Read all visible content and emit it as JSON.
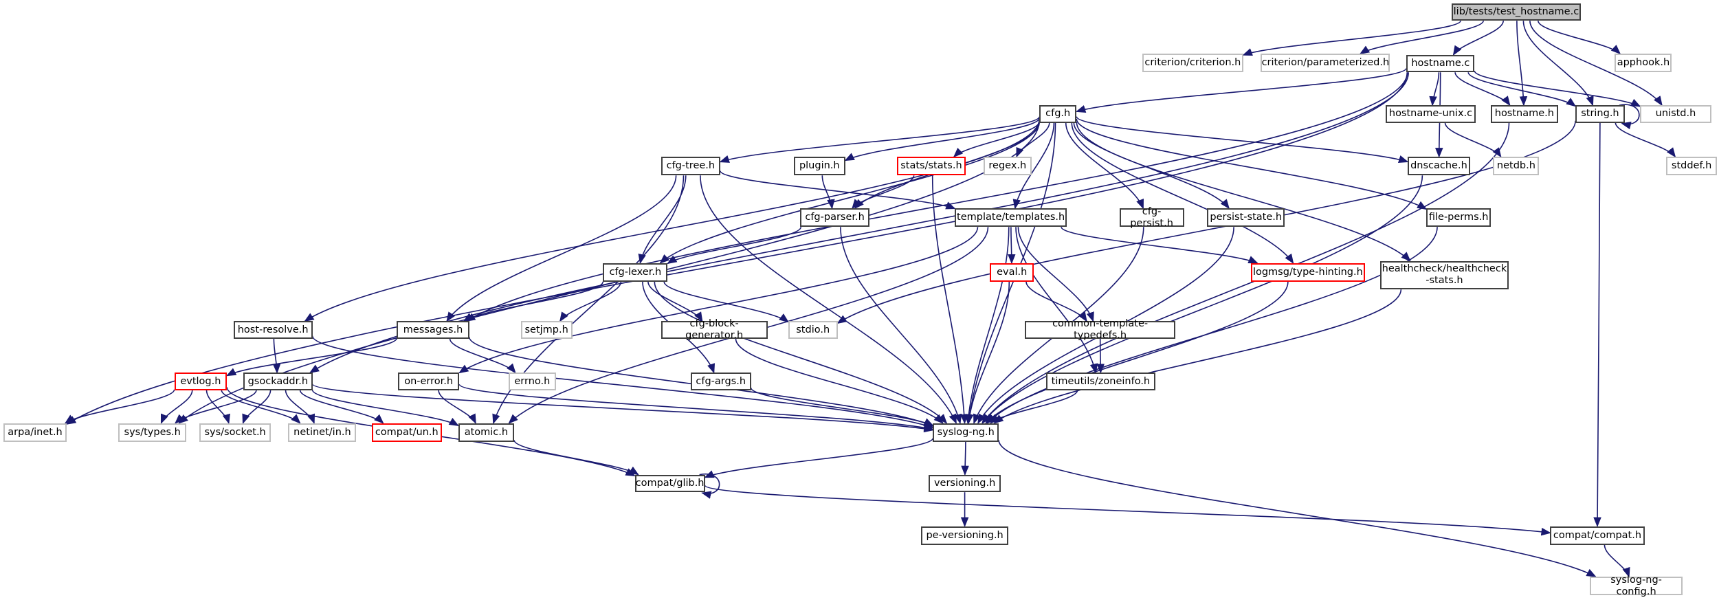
{
  "title": "lib/tests/test_hostname.c include dependency graph",
  "colors": {
    "edge": "#191970",
    "documented_border": "#404040",
    "external_border": "#bfbfbf",
    "incomplete_border": "#ff0000",
    "root_fill": "#bfbfbf"
  },
  "nodes": [
    {
      "id": "root",
      "label": "lib/tests/test_hostname.c",
      "kind": "root"
    },
    {
      "id": "criterion",
      "label": "criterion/criterion.h",
      "kind": "ext"
    },
    {
      "id": "parameterized",
      "label": "criterion/parameterized.h",
      "kind": "ext"
    },
    {
      "id": "hostname_c",
      "label": "hostname.c",
      "kind": "doc"
    },
    {
      "id": "apphook",
      "label": "apphook.h",
      "kind": "ext"
    },
    {
      "id": "cfg",
      "label": "cfg.h",
      "kind": "doc"
    },
    {
      "id": "hostname_unix",
      "label": "hostname-unix.c",
      "kind": "doc"
    },
    {
      "id": "hostname_h",
      "label": "hostname.h",
      "kind": "doc"
    },
    {
      "id": "string",
      "label": "string.h",
      "kind": "doc"
    },
    {
      "id": "unistd",
      "label": "unistd.h",
      "kind": "ext"
    },
    {
      "id": "cfg_tree",
      "label": "cfg-tree.h",
      "kind": "doc"
    },
    {
      "id": "plugin",
      "label": "plugin.h",
      "kind": "doc"
    },
    {
      "id": "stats",
      "label": "stats/stats.h",
      "kind": "inc"
    },
    {
      "id": "regex",
      "label": "regex.h",
      "kind": "ext"
    },
    {
      "id": "dnscache",
      "label": "dnscache.h",
      "kind": "doc"
    },
    {
      "id": "netdb",
      "label": "netdb.h",
      "kind": "ext"
    },
    {
      "id": "stddef",
      "label": "stddef.h",
      "kind": "ext"
    },
    {
      "id": "cfg_parser",
      "label": "cfg-parser.h",
      "kind": "doc"
    },
    {
      "id": "templates",
      "label": "template/templates.h",
      "kind": "doc"
    },
    {
      "id": "cfg_persist",
      "label": "cfg-persist.h",
      "kind": "doc"
    },
    {
      "id": "persist_state",
      "label": "persist-state.h",
      "kind": "doc"
    },
    {
      "id": "file_perms",
      "label": "file-perms.h",
      "kind": "doc"
    },
    {
      "id": "cfg_lexer",
      "label": "cfg-lexer.h",
      "kind": "doc"
    },
    {
      "id": "eval",
      "label": "eval.h",
      "kind": "inc"
    },
    {
      "id": "type_hinting",
      "label": "logmsg/type-hinting.h",
      "kind": "inc"
    },
    {
      "id": "healthcheck",
      "label": "healthcheck/healthcheck\n-stats.h",
      "kind": "doc"
    },
    {
      "id": "host_resolve",
      "label": "host-resolve.h",
      "kind": "doc"
    },
    {
      "id": "messages",
      "label": "messages.h",
      "kind": "doc"
    },
    {
      "id": "setjmp",
      "label": "setjmp.h",
      "kind": "ext"
    },
    {
      "id": "cfg_block_gen",
      "label": "cfg-block-generator.h",
      "kind": "doc"
    },
    {
      "id": "stdio",
      "label": "stdio.h",
      "kind": "ext"
    },
    {
      "id": "common_tt",
      "label": "common-template-typedefs.h",
      "kind": "doc"
    },
    {
      "id": "evtlog",
      "label": "evtlog.h",
      "kind": "inc"
    },
    {
      "id": "gsockaddr",
      "label": "gsockaddr.h",
      "kind": "doc"
    },
    {
      "id": "on_error",
      "label": "on-error.h",
      "kind": "doc"
    },
    {
      "id": "errno",
      "label": "errno.h",
      "kind": "ext"
    },
    {
      "id": "cfg_args",
      "label": "cfg-args.h",
      "kind": "doc"
    },
    {
      "id": "zoneinfo",
      "label": "timeutils/zoneinfo.h",
      "kind": "doc"
    },
    {
      "id": "arpa_inet",
      "label": "arpa/inet.h",
      "kind": "ext"
    },
    {
      "id": "sys_types",
      "label": "sys/types.h",
      "kind": "ext"
    },
    {
      "id": "sys_socket",
      "label": "sys/socket.h",
      "kind": "ext"
    },
    {
      "id": "netinet_in",
      "label": "netinet/in.h",
      "kind": "ext"
    },
    {
      "id": "compat_un",
      "label": "compat/un.h",
      "kind": "inc"
    },
    {
      "id": "atomic",
      "label": "atomic.h",
      "kind": "doc"
    },
    {
      "id": "syslog_ng",
      "label": "syslog-ng.h",
      "kind": "doc"
    },
    {
      "id": "compat_glib",
      "label": "compat/glib.h",
      "kind": "doc"
    },
    {
      "id": "versioning",
      "label": "versioning.h",
      "kind": "doc"
    },
    {
      "id": "pe_versioning",
      "label": "pe-versioning.h",
      "kind": "doc"
    },
    {
      "id": "compat_compat",
      "label": "compat/compat.h",
      "kind": "doc"
    },
    {
      "id": "syslog_ng_config",
      "label": "syslog-ng-config.h",
      "kind": "ext"
    }
  ],
  "edges": [
    [
      "root",
      "criterion"
    ],
    [
      "root",
      "parameterized"
    ],
    [
      "root",
      "hostname_c"
    ],
    [
      "root",
      "apphook"
    ],
    [
      "root",
      "hostname_h"
    ],
    [
      "root",
      "string"
    ],
    [
      "root",
      "unistd"
    ],
    [
      "hostname_c",
      "cfg"
    ],
    [
      "hostname_c",
      "hostname_unix"
    ],
    [
      "hostname_c",
      "hostname_h"
    ],
    [
      "hostname_c",
      "string"
    ],
    [
      "hostname_c",
      "unistd"
    ],
    [
      "hostname_c",
      "dnscache"
    ],
    [
      "hostname_c",
      "arpa_inet"
    ],
    [
      "hostname_c",
      "gsockaddr"
    ],
    [
      "hostname_c",
      "messages"
    ],
    [
      "string",
      "string"
    ],
    [
      "string",
      "stddef"
    ],
    [
      "string",
      "stdio"
    ],
    [
      "string",
      "compat_compat"
    ],
    [
      "hostname_unix",
      "netdb"
    ],
    [
      "hostname_h",
      "syslog_ng"
    ],
    [
      "cfg",
      "cfg_tree"
    ],
    [
      "cfg",
      "plugin"
    ],
    [
      "cfg",
      "stats"
    ],
    [
      "cfg",
      "regex"
    ],
    [
      "cfg",
      "dnscache"
    ],
    [
      "cfg",
      "cfg_parser"
    ],
    [
      "cfg",
      "templates"
    ],
    [
      "cfg",
      "cfg_persist"
    ],
    [
      "cfg",
      "persist_state"
    ],
    [
      "cfg",
      "file_perms"
    ],
    [
      "cfg",
      "cfg_lexer"
    ],
    [
      "cfg",
      "type_hinting"
    ],
    [
      "cfg",
      "healthcheck"
    ],
    [
      "cfg",
      "host_resolve"
    ],
    [
      "cfg",
      "sys_types"
    ],
    [
      "cfg",
      "syslog_ng"
    ],
    [
      "cfg_tree",
      "cfg_lexer"
    ],
    [
      "cfg_tree",
      "templates"
    ],
    [
      "cfg_tree",
      "messages"
    ],
    [
      "cfg_tree",
      "atomic"
    ],
    [
      "cfg_tree",
      "syslog_ng"
    ],
    [
      "plugin",
      "cfg_parser"
    ],
    [
      "stats",
      "cfg_parser"
    ],
    [
      "stats",
      "syslog_ng"
    ],
    [
      "cfg_parser",
      "cfg_lexer"
    ],
    [
      "cfg_parser",
      "syslog_ng"
    ],
    [
      "templates",
      "eval"
    ],
    [
      "templates",
      "type_hinting"
    ],
    [
      "templates",
      "common_tt"
    ],
    [
      "templates",
      "zoneinfo"
    ],
    [
      "templates",
      "syslog_ng"
    ],
    [
      "templates",
      "on_error"
    ],
    [
      "templates",
      "atomic"
    ],
    [
      "cfg_persist",
      "syslog_ng"
    ],
    [
      "persist_state",
      "syslog_ng"
    ],
    [
      "file_perms",
      "syslog_ng"
    ],
    [
      "dnscache",
      "syslog_ng"
    ],
    [
      "type_hinting",
      "syslog_ng"
    ],
    [
      "healthcheck",
      "syslog_ng"
    ],
    [
      "cfg_lexer",
      "messages"
    ],
    [
      "cfg_lexer",
      "setjmp"
    ],
    [
      "cfg_lexer",
      "cfg_block_gen"
    ],
    [
      "cfg_lexer",
      "stdio"
    ],
    [
      "cfg_lexer",
      "cfg_args"
    ],
    [
      "cfg_lexer",
      "syslog_ng"
    ],
    [
      "eval",
      "common_tt"
    ],
    [
      "eval",
      "syslog_ng"
    ],
    [
      "common_tt",
      "zoneinfo"
    ],
    [
      "zoneinfo",
      "syslog_ng"
    ],
    [
      "host_resolve",
      "gsockaddr"
    ],
    [
      "host_resolve",
      "syslog_ng"
    ],
    [
      "messages",
      "evtlog"
    ],
    [
      "messages",
      "errno"
    ],
    [
      "messages",
      "syslog_ng"
    ],
    [
      "cfg_block_gen",
      "syslog_ng"
    ],
    [
      "cfg_args",
      "syslog_ng"
    ],
    [
      "evtlog",
      "arpa_inet"
    ],
    [
      "evtlog",
      "sys_types"
    ],
    [
      "evtlog",
      "sys_socket"
    ],
    [
      "evtlog",
      "netinet_in"
    ],
    [
      "evtlog",
      "compat_glib"
    ],
    [
      "gsockaddr",
      "sys_types"
    ],
    [
      "gsockaddr",
      "sys_socket"
    ],
    [
      "gsockaddr",
      "netinet_in"
    ],
    [
      "gsockaddr",
      "compat_un"
    ],
    [
      "gsockaddr",
      "atomic"
    ],
    [
      "gsockaddr",
      "syslog_ng"
    ],
    [
      "on_error",
      "atomic"
    ],
    [
      "on_error",
      "syslog_ng"
    ],
    [
      "atomic",
      "compat_glib"
    ],
    [
      "syslog_ng",
      "compat_glib"
    ],
    [
      "syslog_ng",
      "versioning"
    ],
    [
      "syslog_ng",
      "syslog_ng_config"
    ],
    [
      "compat_glib",
      "compat_glib"
    ],
    [
      "compat_glib",
      "compat_compat"
    ],
    [
      "versioning",
      "pe_versioning"
    ],
    [
      "compat_compat",
      "syslog_ng_config"
    ]
  ]
}
